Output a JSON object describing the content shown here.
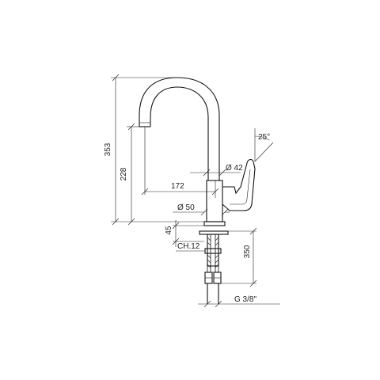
{
  "dimensions": {
    "total_height": "353",
    "spout_height": "228",
    "spout_reach": "172",
    "body_diameter": "Ø 42",
    "base_diameter": "Ø 50",
    "max_deck_thickness": "45",
    "hex_key": "CH.12",
    "hose_length": "350",
    "hose_thread": "G 3/8\"",
    "lever_angle": "25°"
  }
}
